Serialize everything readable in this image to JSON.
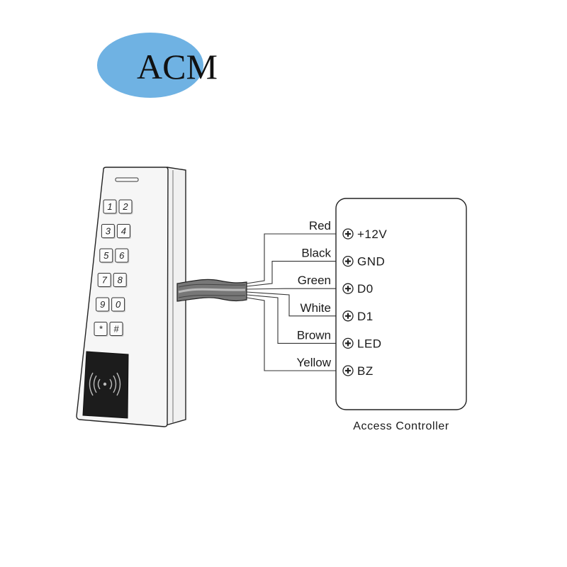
{
  "logo": {
    "text": "ACM",
    "colors": {
      "ellipse": "#6fb2e3",
      "text": "#111111"
    }
  },
  "reader": {
    "keys": [
      "1",
      "2",
      "3",
      "4",
      "5",
      "6",
      "7",
      "8",
      "9",
      "0",
      "*",
      "#"
    ],
    "rfid_icon": "rfid-wave-icon"
  },
  "wires": [
    {
      "color_name": "Red",
      "terminal": "+12V"
    },
    {
      "color_name": "Black",
      "terminal": "GND"
    },
    {
      "color_name": "Green",
      "terminal": "D0"
    },
    {
      "color_name": "White",
      "terminal": "D1"
    },
    {
      "color_name": "Brown",
      "terminal": "LED"
    },
    {
      "color_name": "Yellow",
      "terminal": "BZ"
    }
  ],
  "controller": {
    "caption": "Access Controller",
    "terminal_icon": "screw-terminal-icon"
  }
}
